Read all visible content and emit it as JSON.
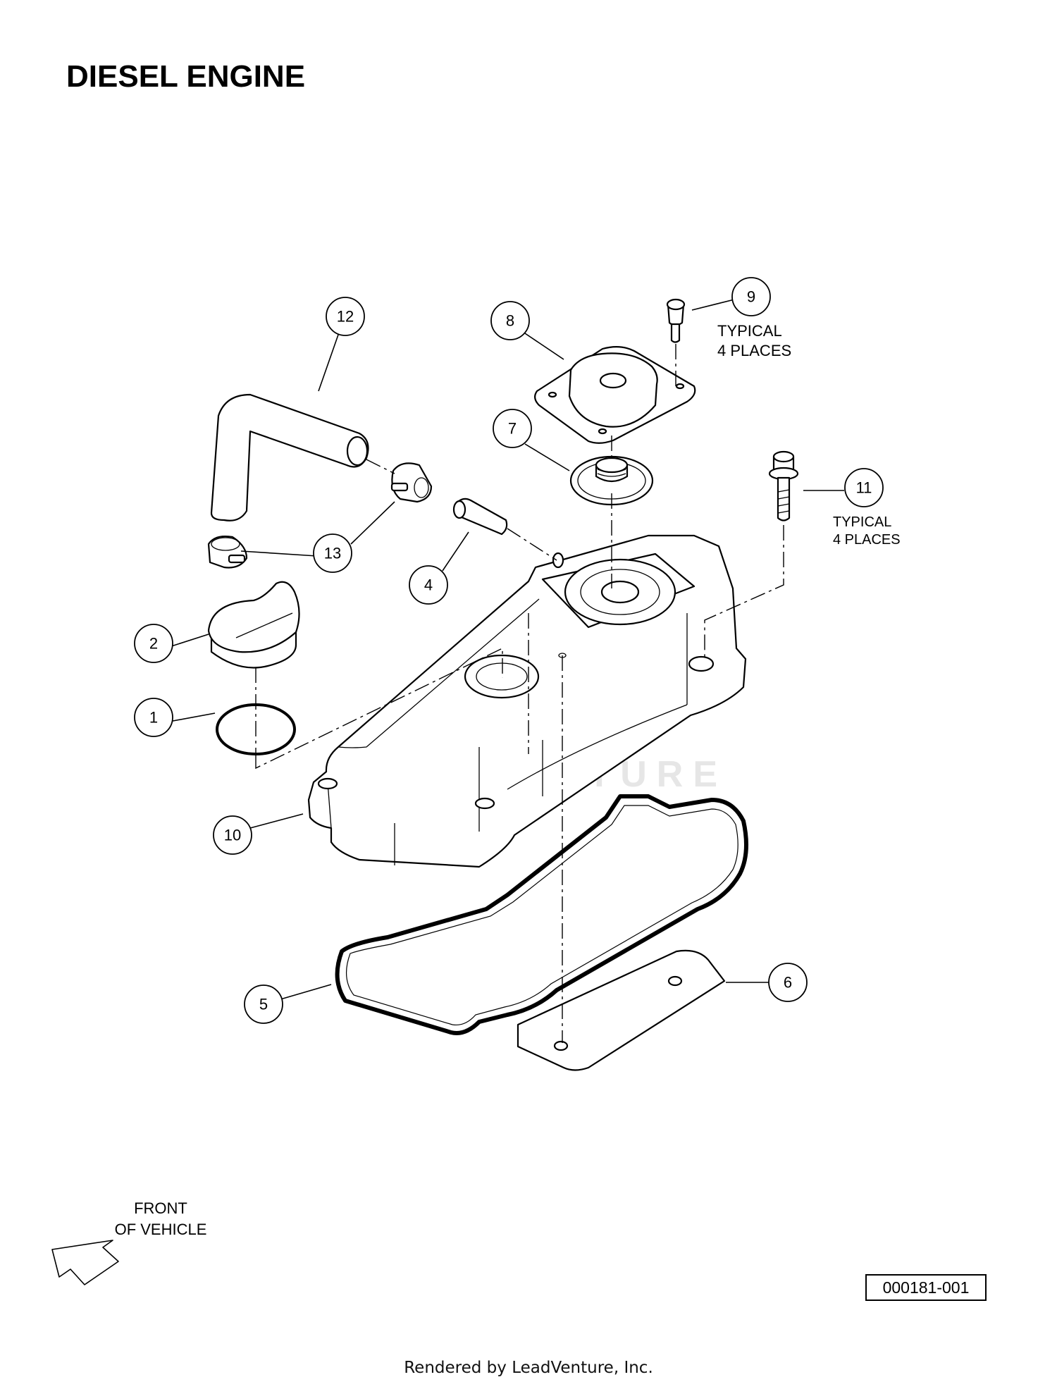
{
  "title": "DIESEL ENGINE",
  "callouts": {
    "c1": "1",
    "c2": "2",
    "c4": "4",
    "c5": "5",
    "c6": "6",
    "c7": "7",
    "c8": "8",
    "c9": "9",
    "c10": "10",
    "c11": "11",
    "c12": "12",
    "c13": "13"
  },
  "notes": {
    "typical_9_line1": "TYPICAL",
    "typical_9_line2": "4 PLACES",
    "typical_11_line1": "TYPICAL",
    "typical_11_line2": "4 PLACES"
  },
  "front": {
    "line1": "FRONT",
    "line2": "OF VEHICLE"
  },
  "watermark": "LEADVENTURE",
  "diagram_code": "000181-001",
  "footer": "Rendered by LeadVenture, Inc."
}
